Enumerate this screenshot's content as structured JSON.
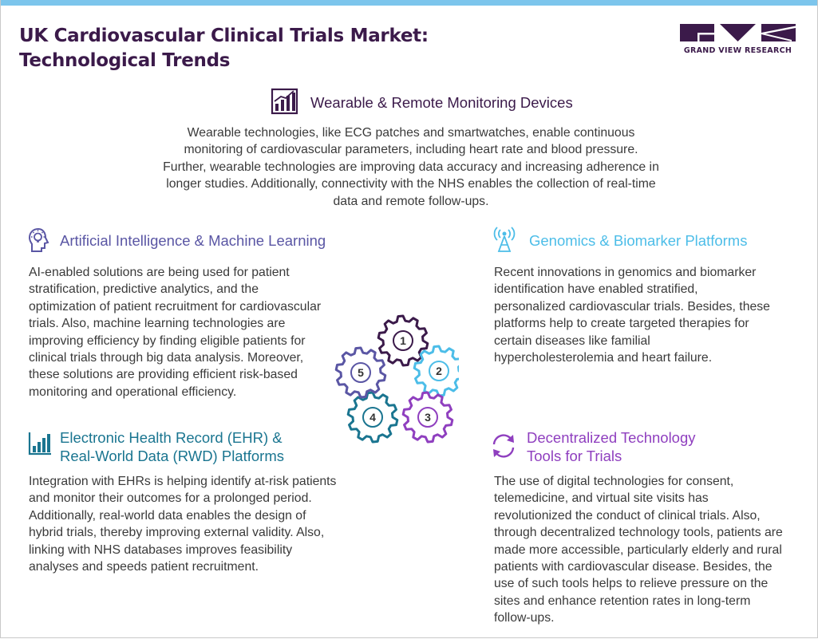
{
  "header": {
    "title_line1": "UK Cardiovascular Clinical Trials Market:",
    "title_line2": "Technological Trends",
    "logo_text": "GRAND VIEW RESEARCH"
  },
  "colors": {
    "title": "#3b1a4a",
    "wearable": "#3b1a4a",
    "ai": "#5a56a4",
    "ehr": "#1a7590",
    "genomics": "#4cbde8",
    "decentralized": "#8f3fbf",
    "accent_bar": "#7cc5ec"
  },
  "sections": {
    "wearable": {
      "heading": "Wearable & Remote Monitoring Devices",
      "icon": "bar-chart-icon",
      "text_lines": [
        "Wearable technologies, like ECG patches and smartwatches, enable continuous",
        "monitoring of cardiovascular parameters, including heart rate and blood pressure.",
        "Further, wearable technologies are improving data accuracy and increasing adherence in",
        "longer studies. Additionally, connectivity with the NHS enables the collection of real-time",
        "data and remote follow-ups."
      ]
    },
    "ai": {
      "heading": "Artificial Intelligence & Machine Learning",
      "icon": "lightbulb-head-icon",
      "text_lines": [
        "AI-enabled solutions are being used for patient",
        "stratification, predictive analytics, and the",
        "optimization of patient recruitment for cardiovascular",
        "trials. Also, machine learning technologies are",
        "improving efficiency by finding eligible patients for",
        "clinical trials through big data analysis. Moreover,",
        "these solutions are providing efficient risk-based",
        "monitoring and operational efficiency."
      ]
    },
    "genomics": {
      "heading": "Genomics & Biomarker Platforms",
      "icon": "signal-tower-icon",
      "text_lines": [
        "Recent innovations in genomics and biomarker",
        "identification have enabled stratified,",
        "personalized cardiovascular trials. Besides, these",
        "platforms help to create targeted therapies for",
        "certain diseases like familial",
        "hypercholesterolemia and heart failure."
      ]
    },
    "ehr": {
      "heading_line1": "Electronic Health Record (EHR) &",
      "heading_line2": "Real-World Data (RWD) Platforms",
      "icon": "growth-chart-icon",
      "text_lines": [
        "Integration with EHRs is helping identify at-risk patients",
        "and monitor their outcomes for a prolonged period.",
        "Additionally, real-world data enables the design of",
        "hybrid trials, thereby improving external validity. Also,",
        "linking with NHS databases improves feasibility",
        "analyses and speeds patient recruitment."
      ]
    },
    "decentralized": {
      "heading_line1": "Decentralized Technology",
      "heading_line2": "Tools for Trials",
      "icon": "refresh-arrows-icon",
      "text_lines": [
        "The use of digital technologies for consent,",
        "telemedicine, and virtual site visits has",
        "revolutionized the conduct of clinical trials. Also,",
        "through decentralized technology tools, patients are",
        "made more accessible, particularly elderly and rural",
        "patients with cardiovascular disease. Besides, the",
        "use of such tools helps to relieve pressure on the",
        "sites and enhance retention rates in long-term",
        "follow-ups."
      ]
    }
  },
  "gears": [
    {
      "label": "1",
      "color": "#3b1a4a"
    },
    {
      "label": "2",
      "color": "#4cbde8"
    },
    {
      "label": "3",
      "color": "#8f3fbf"
    },
    {
      "label": "4",
      "color": "#1a7590"
    },
    {
      "label": "5",
      "color": "#5a56a4"
    }
  ]
}
